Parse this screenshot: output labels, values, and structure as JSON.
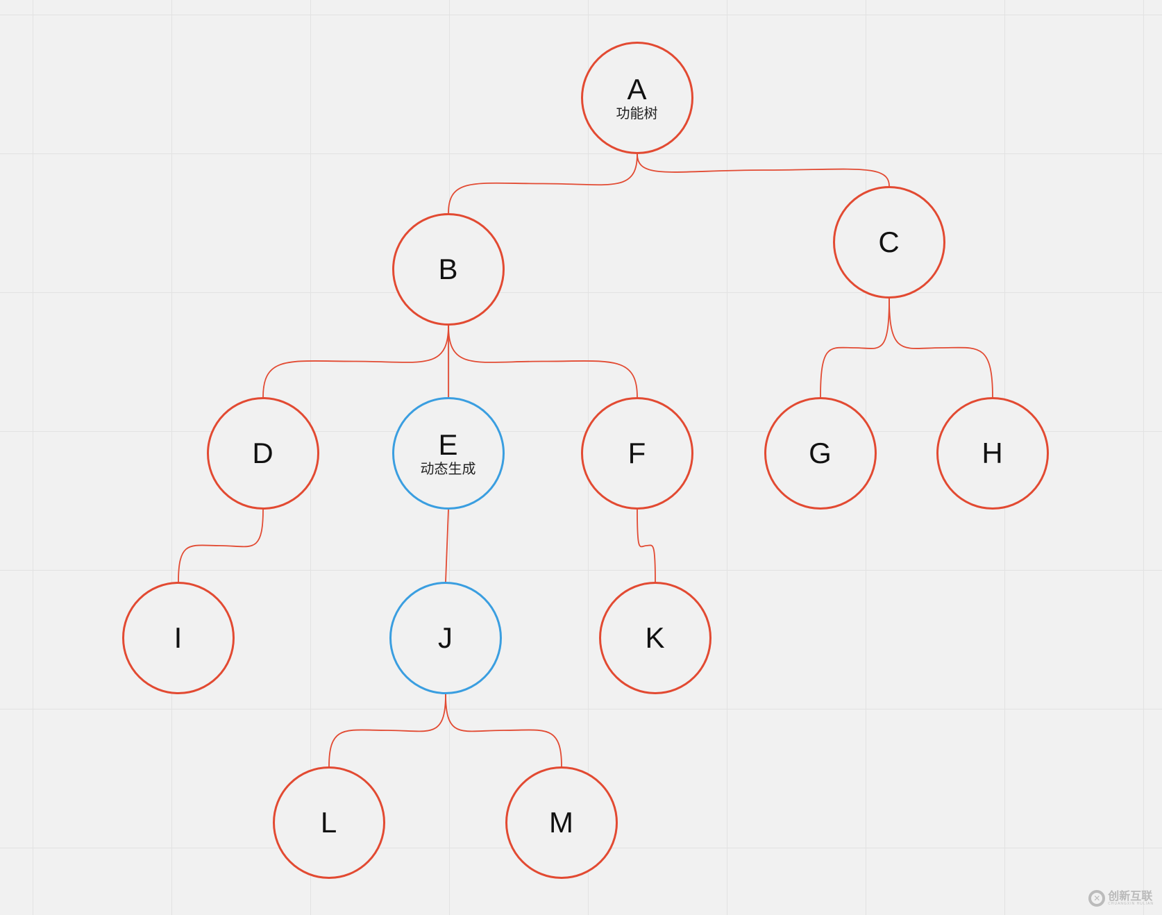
{
  "nodes": [
    {
      "id": "A",
      "label": "A",
      "sub": "功能树",
      "color": "#e24a32"
    },
    {
      "id": "B",
      "label": "B",
      "color": "#e24a32"
    },
    {
      "id": "C",
      "label": "C",
      "color": "#e24a32"
    },
    {
      "id": "D",
      "label": "D",
      "color": "#e24a32"
    },
    {
      "id": "E",
      "label": "E",
      "sub": "动态生成",
      "color": "#3a9ee0"
    },
    {
      "id": "F",
      "label": "F",
      "color": "#e24a32"
    },
    {
      "id": "G",
      "label": "G",
      "color": "#e24a32"
    },
    {
      "id": "H",
      "label": "H",
      "color": "#e24a32"
    },
    {
      "id": "I",
      "label": "I",
      "color": "#e24a32"
    },
    {
      "id": "J",
      "label": "J",
      "color": "#3a9ee0"
    },
    {
      "id": "K",
      "label": "K",
      "color": "#e24a32"
    },
    {
      "id": "L",
      "label": "L",
      "color": "#e24a32"
    },
    {
      "id": "M",
      "label": "M",
      "color": "#e24a32"
    }
  ],
  "edges": [
    [
      "A",
      "B"
    ],
    [
      "A",
      "C"
    ],
    [
      "B",
      "D"
    ],
    [
      "B",
      "E"
    ],
    [
      "B",
      "F"
    ],
    [
      "C",
      "G"
    ],
    [
      "C",
      "H"
    ],
    [
      "D",
      "I"
    ],
    [
      "E",
      "J"
    ],
    [
      "F",
      "K"
    ],
    [
      "J",
      "L"
    ],
    [
      "J",
      "M"
    ]
  ],
  "watermark": {
    "text": "创新互联",
    "sub": "CHUANGXIN HULIAN"
  }
}
